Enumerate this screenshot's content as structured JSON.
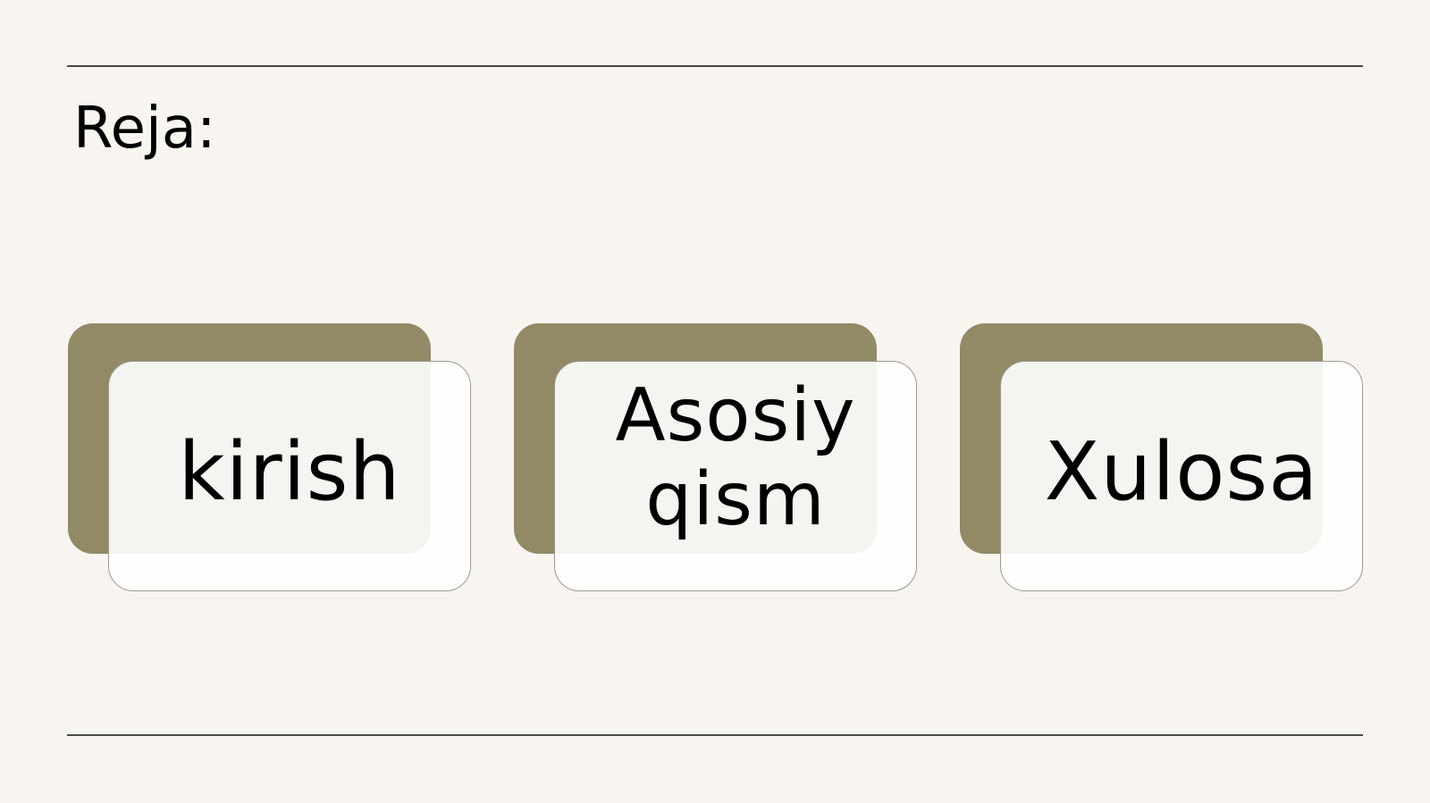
{
  "slide": {
    "title": "Reja:",
    "cards": [
      {
        "label": "kirish"
      },
      {
        "label": "Asosiy qism"
      },
      {
        "label": "Xulosa"
      }
    ]
  },
  "colors": {
    "background": "#f8f4ef",
    "card_back": "#928a67",
    "card_front": "#ffffff",
    "rule": "#4a4a4a"
  }
}
